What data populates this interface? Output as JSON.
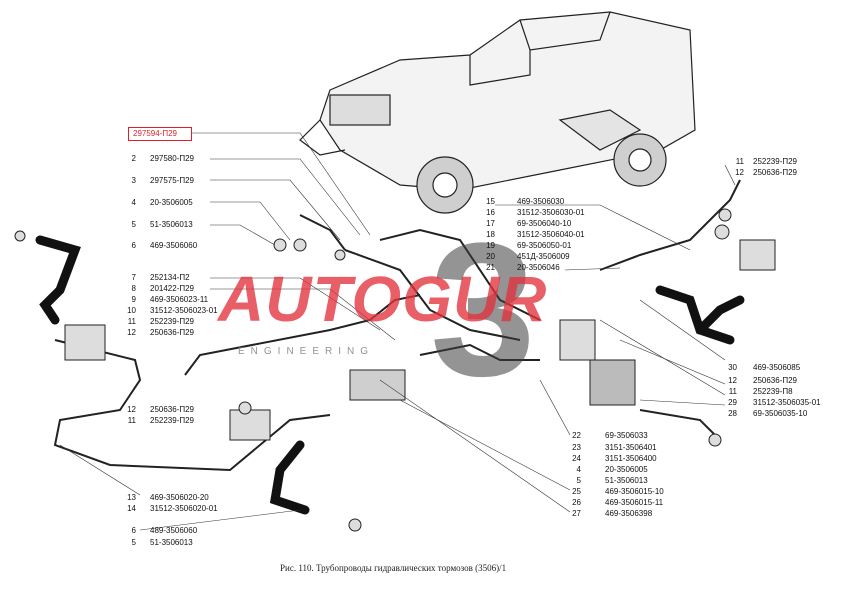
{
  "highlight_label": "297594-П29",
  "watermark": {
    "brand": "AUTOGUR",
    "digit": "3",
    "sub": "ENGINEERING"
  },
  "caption": "Рис. 110. Трубопроводы гидравлических тормозов (3506)/1",
  "left_callouts": [
    {
      "num": "2",
      "code": "297580-П29"
    },
    {
      "num": "3",
      "code": "297575-П29"
    },
    {
      "num": "4",
      "code": "20-3506005"
    },
    {
      "num": "5",
      "code": "51-3506013"
    },
    {
      "num": "6",
      "code": "469-3506060"
    },
    {
      "num": "7",
      "code": "252134-П2"
    },
    {
      "num": "8",
      "code": "201422-П29"
    },
    {
      "num": "9",
      "code": "469-3506023-11"
    },
    {
      "num": "10",
      "code": "31512-3506023-01"
    },
    {
      "num": "11",
      "code": "252239-П29"
    },
    {
      "num": "12",
      "code": "250636-П29"
    },
    {
      "num": "12",
      "code": "250636-П29"
    },
    {
      "num": "11",
      "code": "252239-П29"
    },
    {
      "num": "13",
      "code": "469-3506020-20"
    },
    {
      "num": "14",
      "code": "31512-3506020-01"
    },
    {
      "num": "6",
      "code": "489-3506060"
    },
    {
      "num": "5",
      "code": "51-3506013"
    }
  ],
  "center_callouts": [
    {
      "num": "15",
      "code": "469-3506030"
    },
    {
      "num": "16",
      "code": "31512-3506030-01"
    },
    {
      "num": "17",
      "code": "69-3506040-10"
    },
    {
      "num": "18",
      "code": "31512-3506040-01"
    },
    {
      "num": "19",
      "code": "69-3506050-01"
    },
    {
      "num": "20",
      "code": "451Д-3506009"
    },
    {
      "num": "21",
      "code": "20-3506046"
    }
  ],
  "right_top_callouts": [
    {
      "num": "11",
      "code": "252239-П29"
    },
    {
      "num": "12",
      "code": "250636-П29"
    }
  ],
  "right_callouts": [
    {
      "num": "30",
      "code": "469-3506085"
    },
    {
      "num": "12",
      "code": "250636-П29"
    },
    {
      "num": "11",
      "code": "252239-П8"
    },
    {
      "num": "29",
      "code": "31512-3506035-01"
    },
    {
      "num": "28",
      "code": "69-3506035-10"
    }
  ],
  "bottom_callouts": [
    {
      "num": "22",
      "code": "69-3506033"
    },
    {
      "num": "23",
      "code": "3151-3506401"
    },
    {
      "num": "24",
      "code": "3151-3506400"
    },
    {
      "num": "4",
      "code": "20-3506005"
    },
    {
      "num": "5",
      "code": "51-3506013"
    },
    {
      "num": "25",
      "code": "469-3506015-10"
    },
    {
      "num": "26",
      "code": "469-3506015-11"
    },
    {
      "num": "27",
      "code": "469-3506398"
    }
  ]
}
